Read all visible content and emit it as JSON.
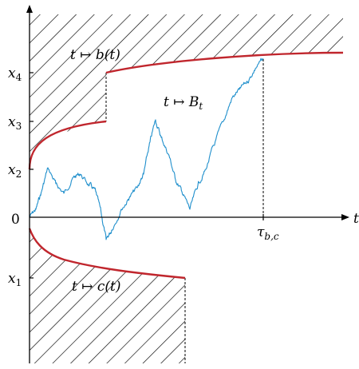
{
  "axes": {
    "x_label": "t",
    "origin_label": "0",
    "y_ticks": [
      {
        "id": "x1",
        "base": "x",
        "sub": "1"
      },
      {
        "id": "x2",
        "base": "x",
        "sub": "2"
      },
      {
        "id": "x3",
        "base": "x",
        "sub": "3"
      },
      {
        "id": "x4",
        "base": "x",
        "sub": "4"
      }
    ],
    "stopping_time": {
      "base": "τ",
      "sub": "b,c"
    }
  },
  "curves": {
    "upper": {
      "label_prefix": "t ↦ ",
      "label_func": "b(t)",
      "color": "#c0262d"
    },
    "lower": {
      "label_prefix": "t ↦ ",
      "label_func": "c(t)",
      "color": "#c0262d"
    },
    "path": {
      "label_prefix": "t ↦ ",
      "label_base": "B",
      "label_sub": "t",
      "color": "#1f8fcc"
    }
  }
}
